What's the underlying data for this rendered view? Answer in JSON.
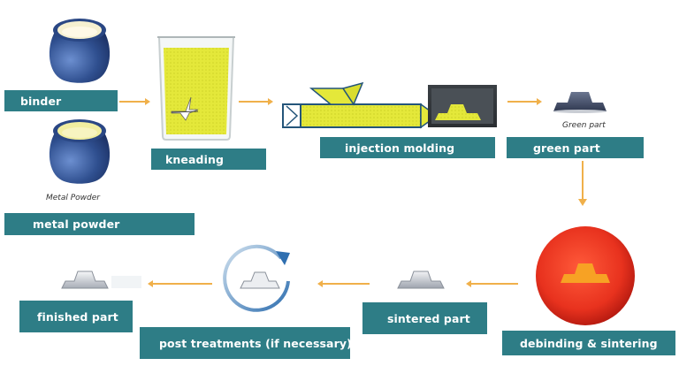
{
  "steps": {
    "binder": "binder",
    "kneading": "kneading",
    "injection_molding": "injection molding",
    "green_part": "green part",
    "metal_powder": "metal powder",
    "debinding_sintering": "debinding & sintering",
    "sintered_part": "sintered part",
    "post_treatments": "post treatments (if necessary)",
    "finished_part": "finished part"
  },
  "captions": {
    "metal_powder": "Metal Powder",
    "green_part": "Green part"
  },
  "colors": {
    "label_bg": "#2e7d86",
    "arrow": "#f0b04a",
    "jar": "#2f4f8f",
    "yellow": "#e4e83a",
    "furnace": "#e8321e"
  }
}
